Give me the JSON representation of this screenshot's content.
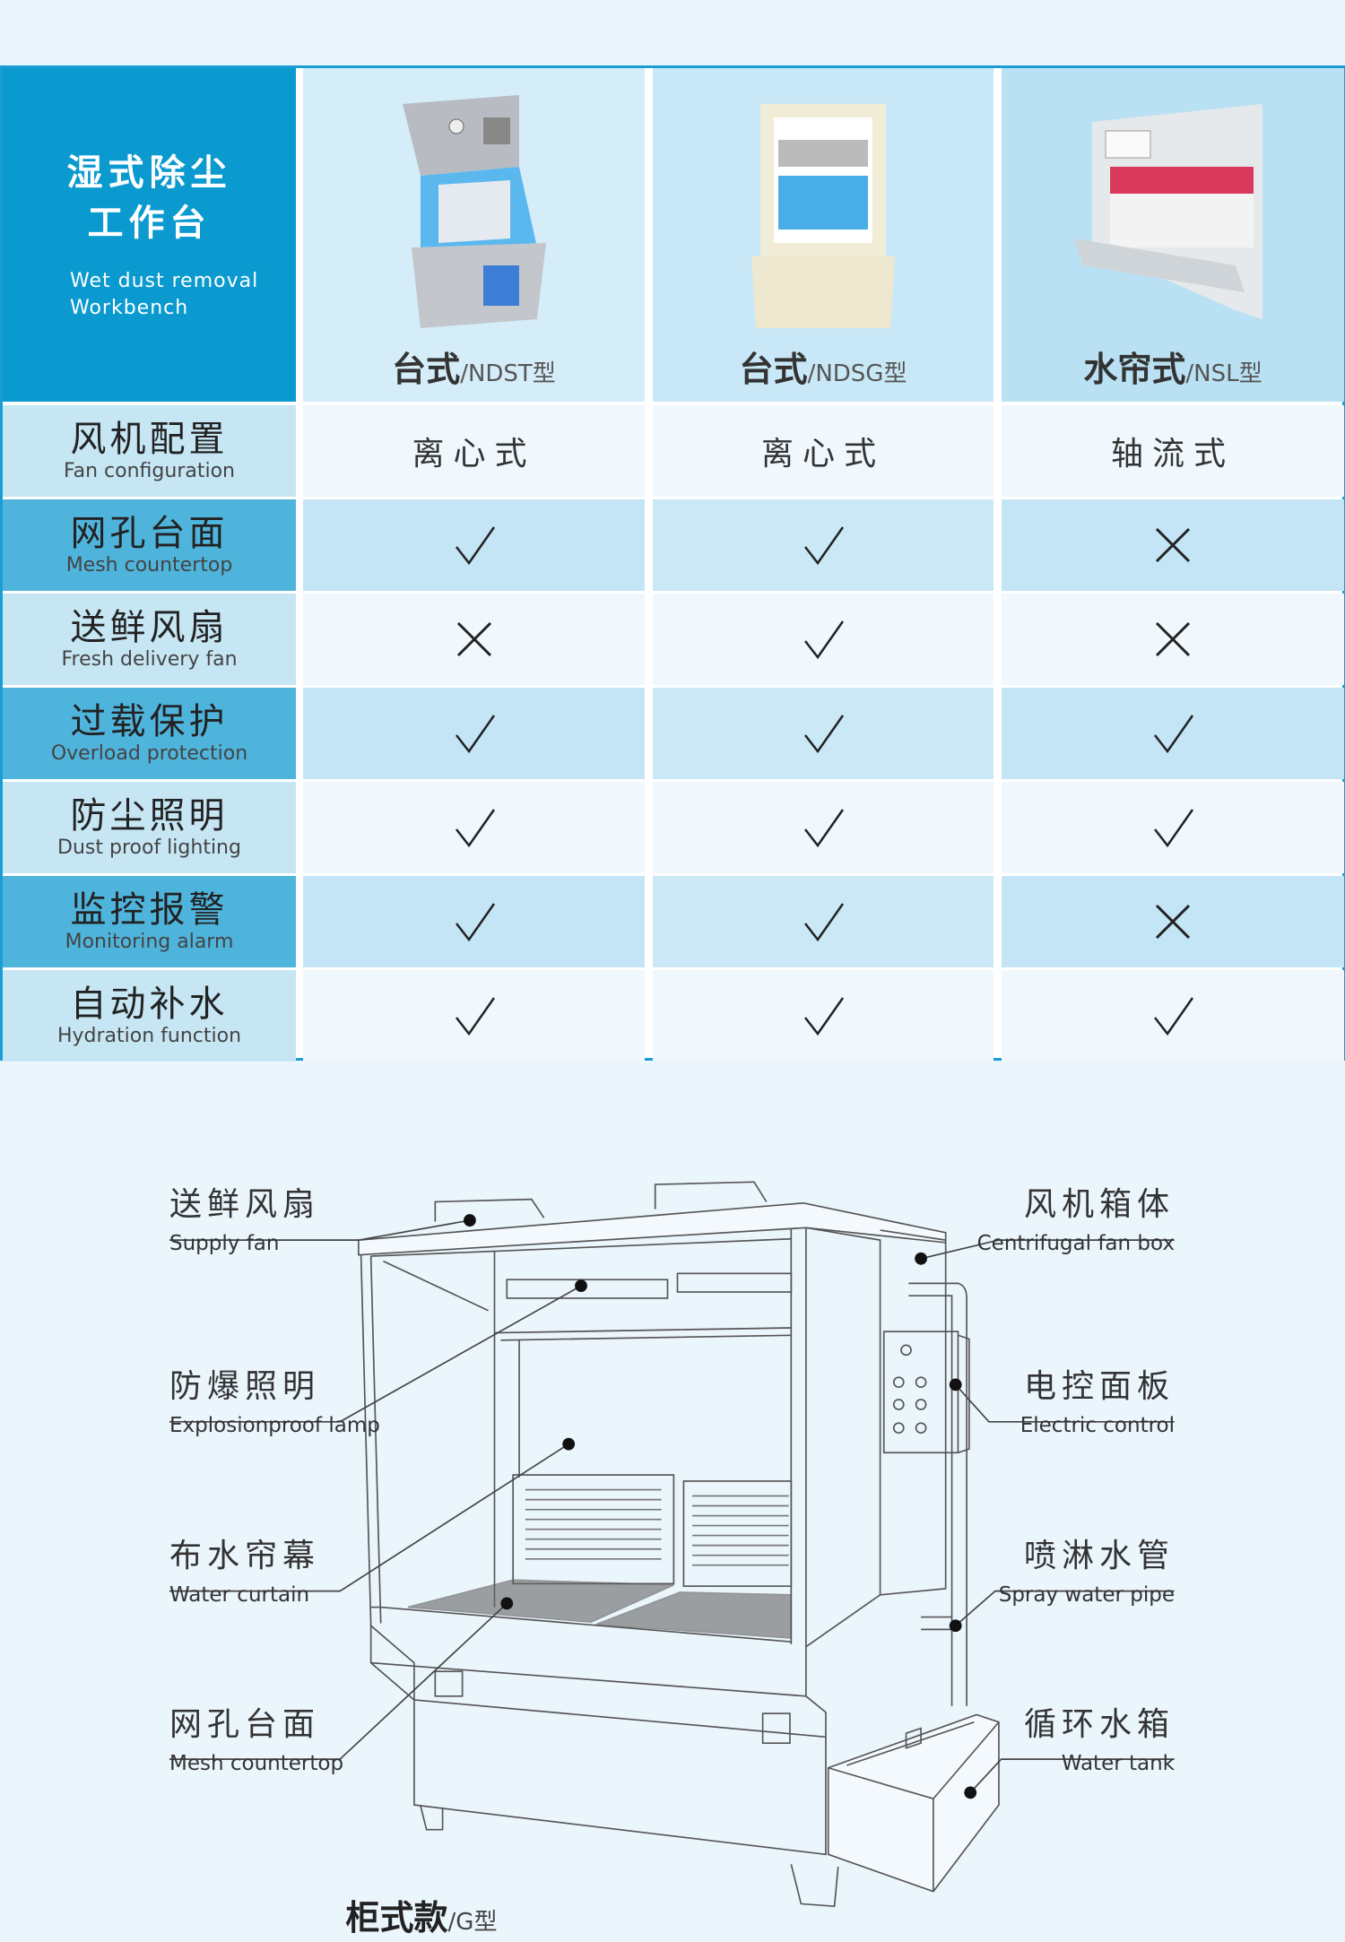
{
  "header": {
    "title_line1": "湿式除尘",
    "title_line2": "工作台",
    "subtitle_line1": "Wet dust removal",
    "subtitle_line2": "Workbench"
  },
  "products": [
    {
      "name": "台式",
      "model": "/NDST型"
    },
    {
      "name": "台式",
      "model": "/NDSG型"
    },
    {
      "name": "水帘式",
      "model": "/NSL型"
    }
  ],
  "rows": [
    {
      "cn": "风机配置",
      "en": "Fan configuration",
      "values": [
        "离心式",
        "离心式",
        "轴流式"
      ]
    },
    {
      "cn": "网孔台面",
      "en": "Mesh countertop",
      "values": [
        "check",
        "check",
        "cross"
      ]
    },
    {
      "cn": "送鲜风扇",
      "en": "Fresh delivery fan",
      "values": [
        "cross",
        "check",
        "cross"
      ]
    },
    {
      "cn": "过载保护",
      "en": "Overload protection",
      "values": [
        "check",
        "check",
        "check"
      ]
    },
    {
      "cn": "防尘照明",
      "en": "Dust proof lighting",
      "values": [
        "check",
        "check",
        "check"
      ]
    },
    {
      "cn": "监控报警",
      "en": "Monitoring alarm",
      "values": [
        "check",
        "check",
        "cross"
      ]
    },
    {
      "cn": "自动补水",
      "en": "Hydration function",
      "values": [
        "check",
        "check",
        "check"
      ]
    }
  ],
  "diagram": {
    "labels": [
      {
        "cn": "送鲜风扇",
        "en": "Supply fan"
      },
      {
        "cn": "防爆照明",
        "en": "Explosionproof lamp"
      },
      {
        "cn": "布水帘幕",
        "en": "Water curtain"
      },
      {
        "cn": "网孔台面",
        "en": "Mesh countertop"
      },
      {
        "cn": "风机箱体",
        "en": "Centrifugal fan box"
      },
      {
        "cn": "电控面板",
        "en": "Electric control"
      },
      {
        "cn": "喷淋水管",
        "en": "Spray water pipe"
      },
      {
        "cn": "循环水箱",
        "en": "Water tank"
      }
    ],
    "title": "柜式款",
    "model": "/G型"
  },
  "colors": {
    "accent": "#0b9ad0",
    "border": "#1a9dd2"
  }
}
